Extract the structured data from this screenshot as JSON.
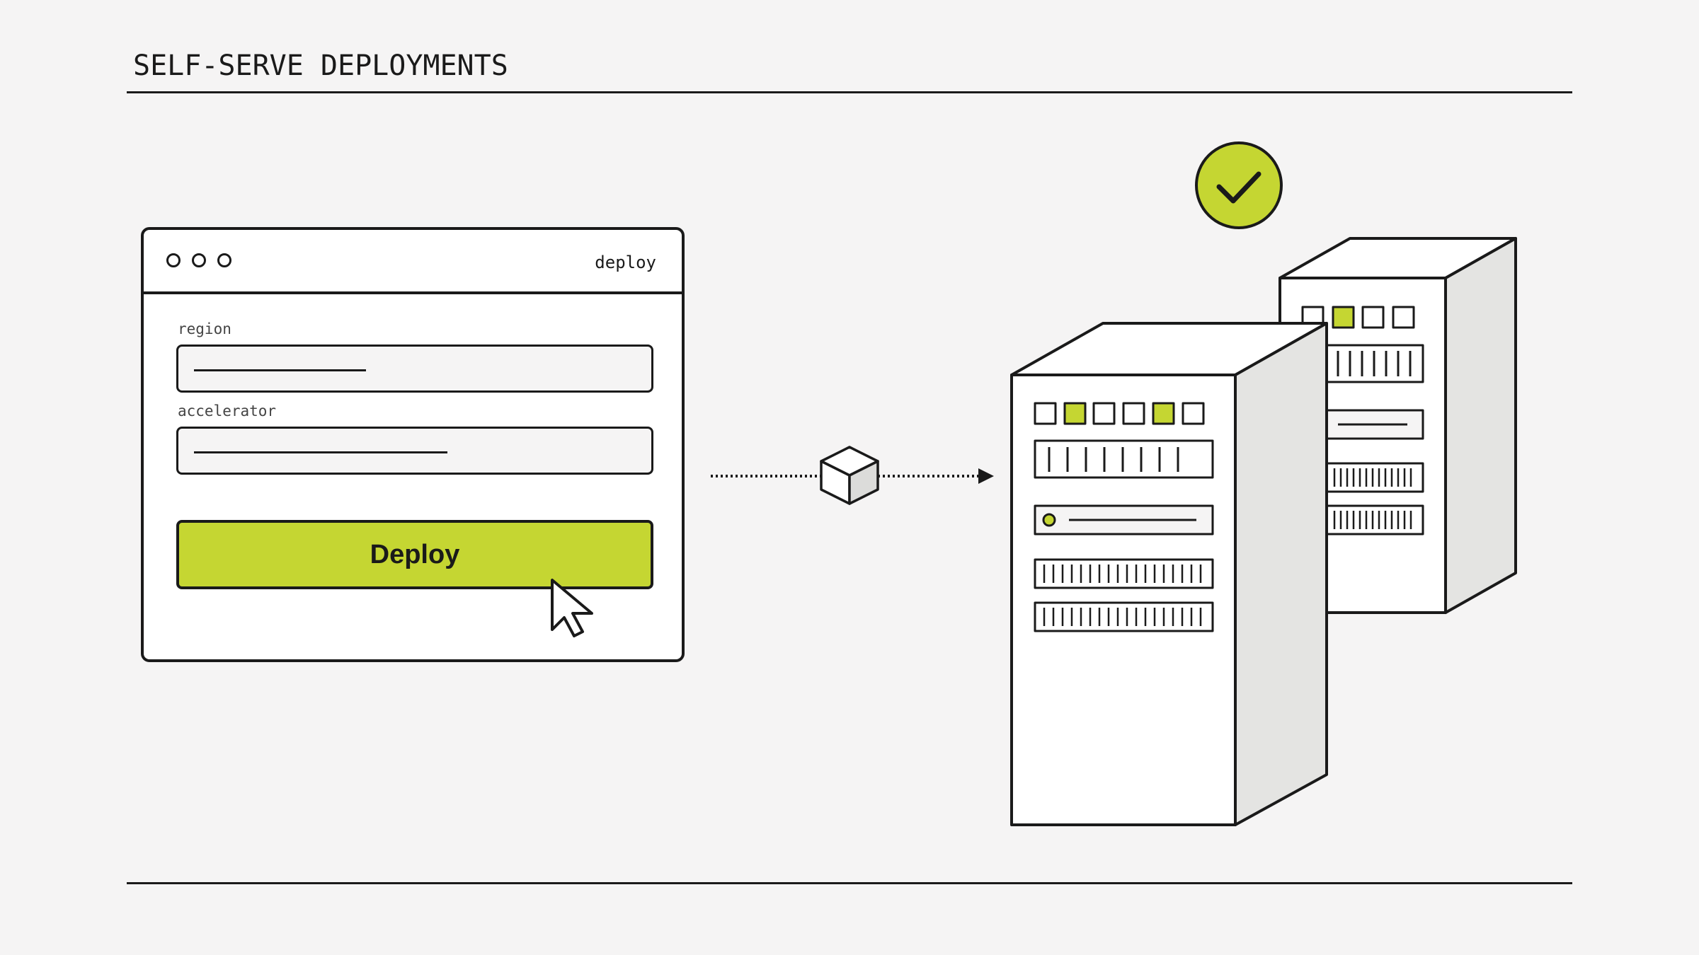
{
  "header": {
    "title": "SELF-SERVE DEPLOYMENTS"
  },
  "window": {
    "title": "deploy",
    "fields": [
      {
        "label": "region",
        "value_fill": 0.38
      },
      {
        "label": "accelerator",
        "value_fill": 0.56
      }
    ],
    "button_label": "Deploy"
  },
  "colors": {
    "accent": "#c5d632",
    "ink": "#1a1a1a",
    "background": "#f5f4f4",
    "panel": "#ffffff",
    "side_shade": "#e4e4e2"
  },
  "icons": [
    "window-dot-icon",
    "cursor-arrow-icon",
    "package-cube-icon",
    "arrow-right-icon",
    "checkmark-icon",
    "server-rack-icon"
  ]
}
